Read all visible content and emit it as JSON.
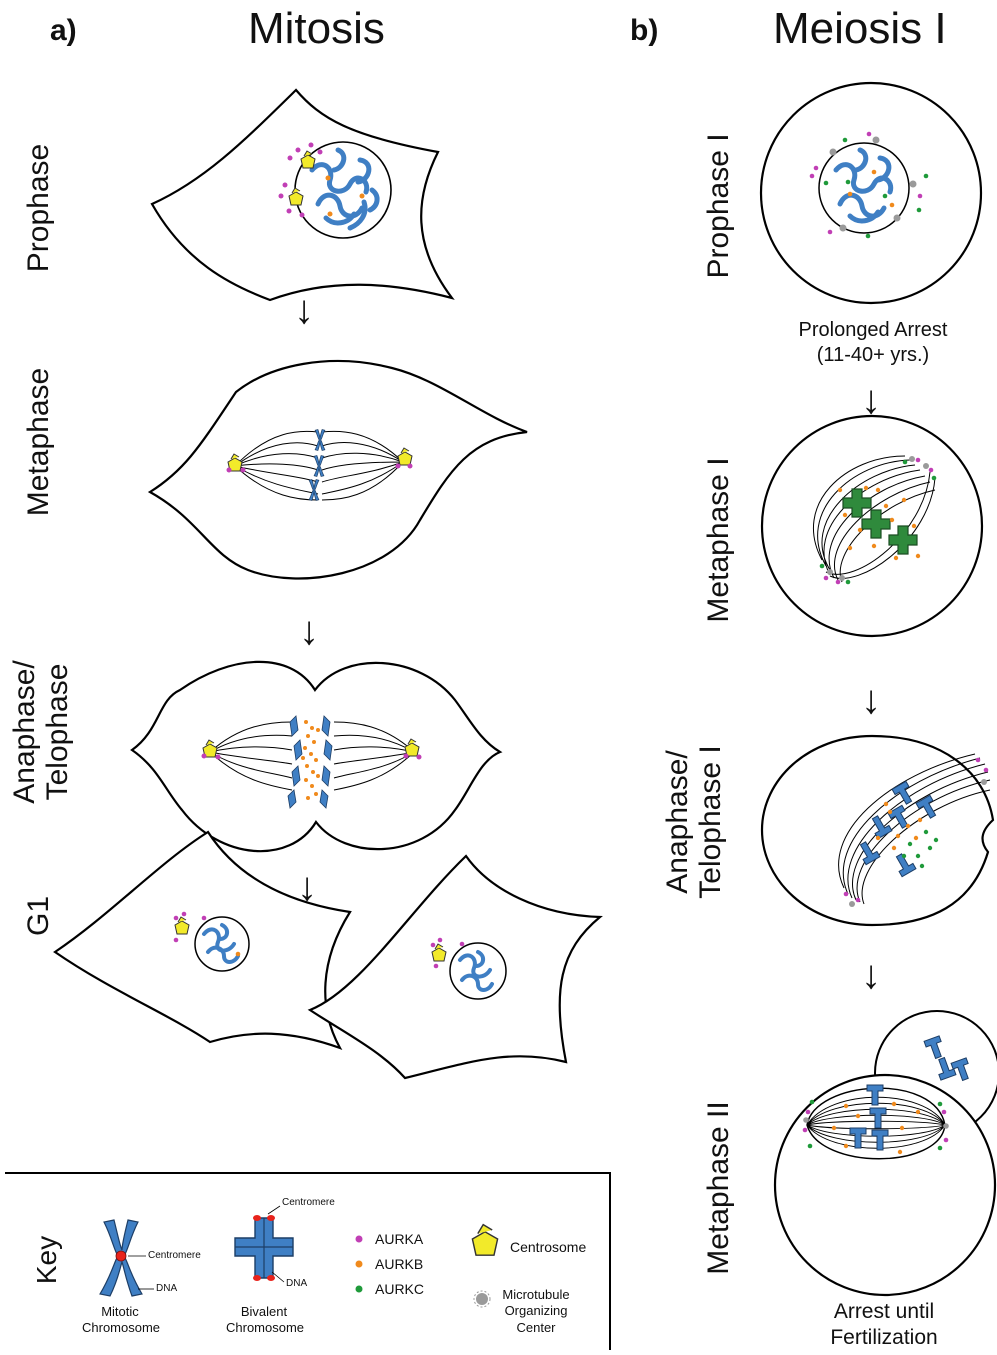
{
  "panels": {
    "a": {
      "letter": "a)",
      "title": "Mitosis"
    },
    "b": {
      "letter": "b)",
      "title": "Meiosis I"
    }
  },
  "mitosis_stages": {
    "prophase": "Prophase",
    "metaphase": "Metaphase",
    "anaphase_line1": "Anaphase/",
    "anaphase_line2": "Telophase",
    "g1": "G1"
  },
  "meiosis_stages": {
    "prophase": "Prophase I",
    "metaphase": "Metaphase I",
    "anaphase_line1": "Anaphase/",
    "anaphase_line2": "Telophase I",
    "metaphase2": "Metaphase II"
  },
  "notes": {
    "arrest_line1": "Prolonged Arrest",
    "arrest_line2": "(11-40+ yrs.)",
    "fert_line1": "Arrest until",
    "fert_line2": "Fertilization"
  },
  "key": {
    "title": "Key",
    "mitotic_line1": "Mitotic",
    "mitotic_line2": "Chromosome",
    "bivalent_line1": "Bivalent",
    "bivalent_line2": "Chromosome",
    "centromere": "Centromere",
    "dna": "DNA",
    "aurka": "AURKA",
    "aurkb": "AURKB",
    "aurkc": "AURKC",
    "centrosome": "Centrosome",
    "mtoc_line1": "Microtubule",
    "mtoc_line2": "Organizing",
    "mtoc_line3": "Center"
  },
  "colors": {
    "aurka": "#c13fb5",
    "aurkb": "#f08a1c",
    "aurkc": "#1f9a3a",
    "chromosome": "#3f7fc4",
    "centromere": "#e8231c",
    "centrosome": "#f2ea2a",
    "mtoc": "#9a9a9a"
  }
}
